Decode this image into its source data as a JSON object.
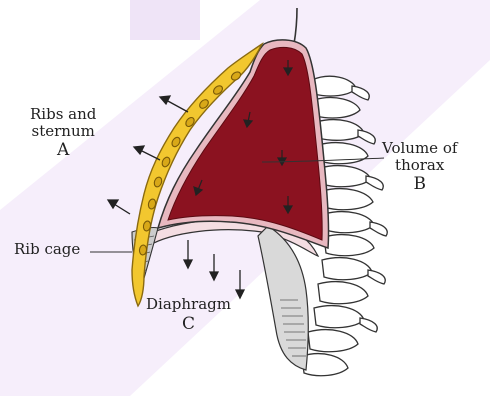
{
  "labels": {
    "ribs_line1": "Ribs and",
    "ribs_line2": "sternum",
    "ribs_letter": "A",
    "volume_line1": "Volume of",
    "volume_line2": "thorax",
    "volume_letter": "B",
    "rib_cage": "Rib cage",
    "diaphragm": "Diaphragm",
    "diaphragm_letter": "C"
  },
  "colors": {
    "thorax_fill": "#8b1220",
    "pleura_edge": "#e8b8c0",
    "rib_fill": "#f2c72f",
    "rib_outline": "#8a6a10",
    "watermark": "#efe4f7",
    "text": "#222222"
  }
}
